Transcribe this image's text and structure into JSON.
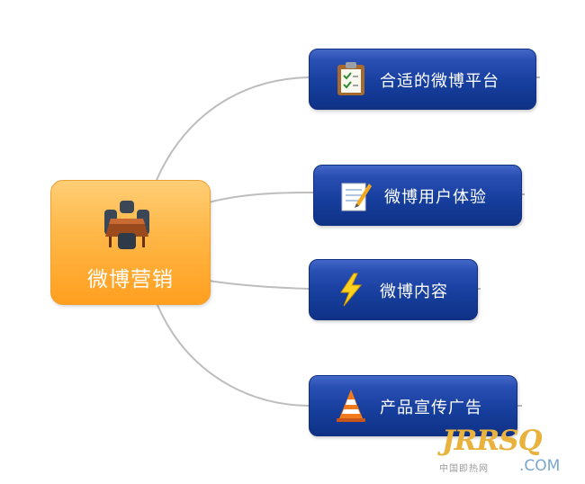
{
  "central": {
    "label": "微博营销",
    "icon": "meeting-table-icon"
  },
  "branches": [
    {
      "label": "合适的微博平台",
      "icon": "clipboard-checklist-icon"
    },
    {
      "label": "微博用户体验",
      "icon": "notepad-pencil-icon"
    },
    {
      "label": "微博内容",
      "icon": "lightning-bolt-icon"
    },
    {
      "label": "产品宣传广告",
      "icon": "traffic-cone-icon"
    }
  ],
  "watermark": {
    "logo": "JRRSQ",
    "domain": ".COM",
    "site_cn": "中国即热网"
  },
  "colors": {
    "central": "#ffa726",
    "branch": "#173f9e",
    "connector": "#bdbdbd",
    "text": "#ffffff"
  }
}
